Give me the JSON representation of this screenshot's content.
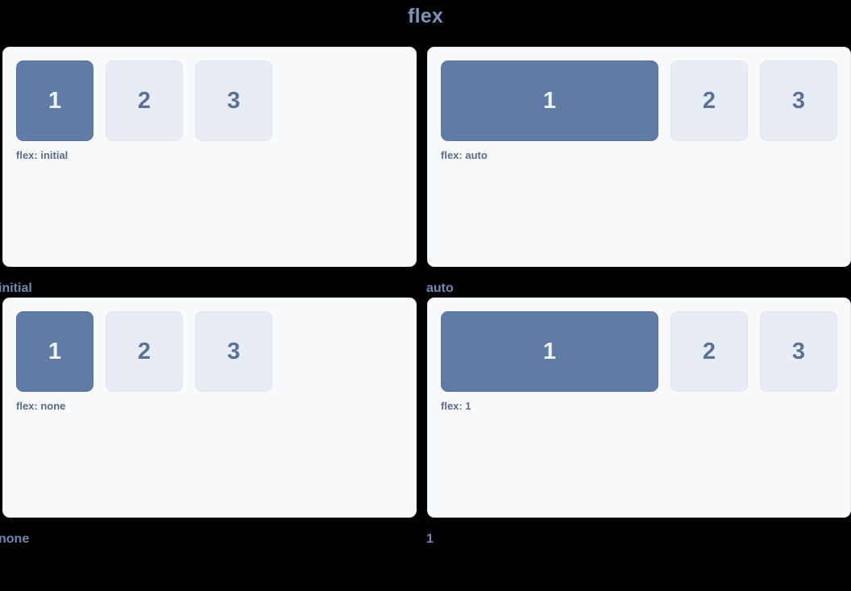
{
  "page": {
    "title": "flex",
    "background_color": "#000000",
    "title_color": "#7b96bd"
  },
  "theme": {
    "card_background": "#f9fafc",
    "card_border": "#e6eaf1",
    "accent_box_color": "#607ba5",
    "accent_box_text": "#eef3f9",
    "muted_box_color": "#e8edf5",
    "muted_box_text": "#5a7296",
    "note_color": "#556c8f",
    "caption_color": "#6f8bb2"
  },
  "cells": [
    {
      "caption": "initial",
      "note": "flex: initial",
      "boxes": [
        {
          "label": "1",
          "style": "accent",
          "size": "fixed"
        },
        {
          "label": "2",
          "style": "muted",
          "size": "fixed"
        },
        {
          "label": "3",
          "style": "muted",
          "size": "fixed"
        }
      ]
    },
    {
      "caption": "auto",
      "note": "flex: auto",
      "boxes": [
        {
          "label": "1",
          "style": "accent",
          "size": "grow"
        },
        {
          "label": "2",
          "style": "muted",
          "size": "fixed"
        },
        {
          "label": "3",
          "style": "muted",
          "size": "fixed"
        }
      ]
    },
    {
      "caption": "none",
      "note": "flex: none",
      "boxes": [
        {
          "label": "1",
          "style": "accent",
          "size": "fixed"
        },
        {
          "label": "2",
          "style": "muted",
          "size": "fixed"
        },
        {
          "label": "3",
          "style": "muted",
          "size": "fixed"
        }
      ]
    },
    {
      "caption": "1",
      "note": "flex: 1",
      "boxes": [
        {
          "label": "1",
          "style": "accent",
          "size": "grow"
        },
        {
          "label": "2",
          "style": "muted",
          "size": "fixed"
        },
        {
          "label": "3",
          "style": "muted",
          "size": "fixed"
        }
      ]
    }
  ]
}
